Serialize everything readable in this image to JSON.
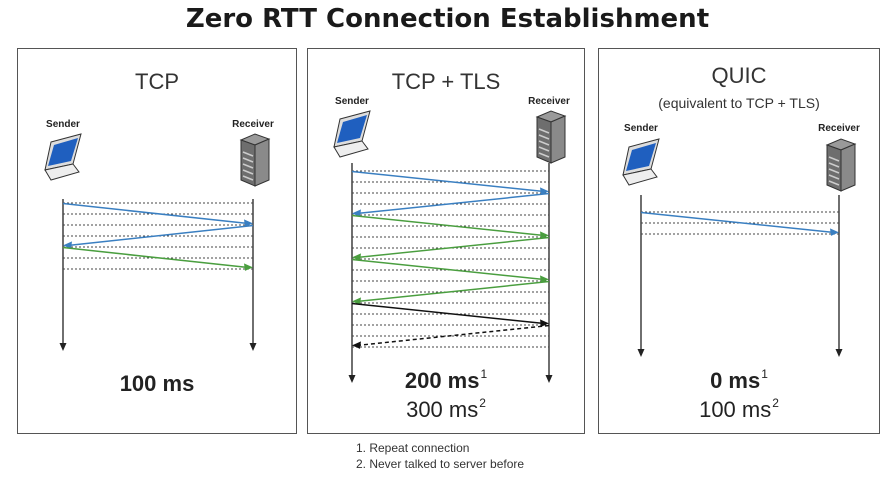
{
  "title": "Zero RTT Connection Establishment",
  "panels": [
    {
      "title": "TCP",
      "sender_label": "Sender",
      "receiver_label": "Receiver",
      "time_primary": "100 ms",
      "messages": [
        {
          "dir": "right",
          "color": "blue"
        },
        {
          "dir": "left",
          "color": "blue"
        },
        {
          "dir": "right",
          "color": "green"
        }
      ]
    },
    {
      "title": "TCP + TLS",
      "sender_label": "Sender",
      "receiver_label": "Receiver",
      "time_primary": "200 ms",
      "time_primary_note": "1",
      "time_secondary": "300 ms",
      "time_secondary_note": "2",
      "messages": [
        {
          "dir": "right",
          "color": "blue"
        },
        {
          "dir": "left",
          "color": "blue"
        },
        {
          "dir": "right",
          "color": "green"
        },
        {
          "dir": "left",
          "color": "green"
        },
        {
          "dir": "right",
          "color": "green"
        },
        {
          "dir": "left",
          "color": "green"
        },
        {
          "dir": "right",
          "color": "black"
        },
        {
          "dir": "left",
          "color": "black",
          "style": "dashed"
        }
      ]
    },
    {
      "title": "QUIC",
      "subtitle": "(equivalent to TCP + TLS)",
      "sender_label": "Sender",
      "receiver_label": "Receiver",
      "time_primary": "0 ms",
      "time_primary_note": "1",
      "time_secondary": "100 ms",
      "time_secondary_note": "2",
      "messages": [
        {
          "dir": "right",
          "color": "blue"
        }
      ]
    }
  ],
  "footnotes": [
    "1. Repeat connection",
    "2. Never talked to server before"
  ],
  "colors": {
    "blue": "#3a7fc1",
    "green": "#4a9e3f",
    "black": "#111111",
    "dotted": "#444444",
    "laptop_screen": "#1f5fbf",
    "server": "#6e6e6e"
  },
  "icons": {
    "sender": "laptop-icon",
    "receiver": "server-icon"
  }
}
